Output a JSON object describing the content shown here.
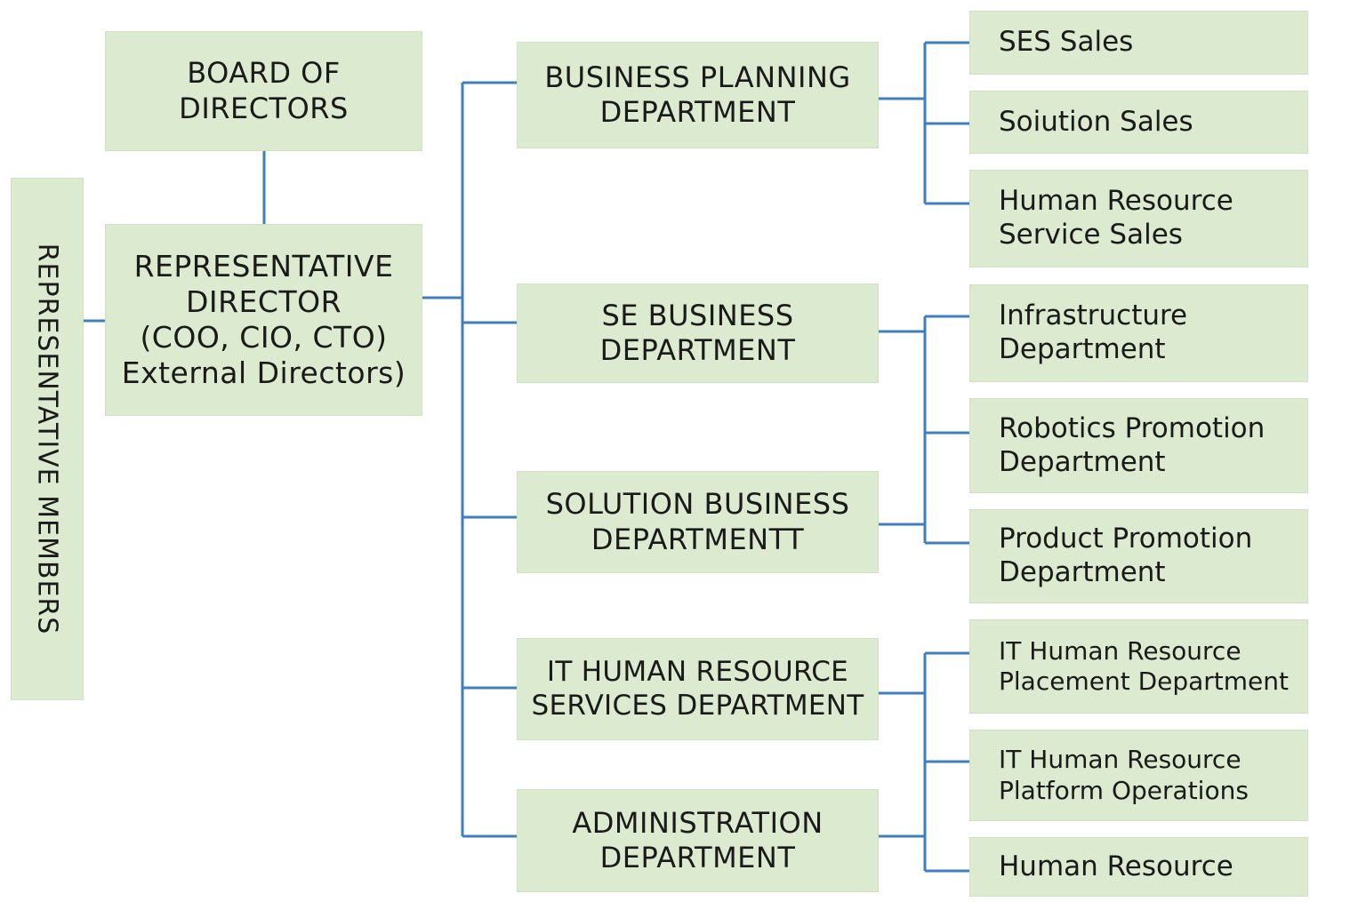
{
  "diagram": {
    "colors": {
      "box_fill": "#dcebcf",
      "connector": "#3f7fbf"
    },
    "representative_members": {
      "label": "REPRESENTATIVE MEMBERS"
    },
    "board": {
      "lines": [
        "BOARD OF",
        "DIRECTORS"
      ]
    },
    "representative_director": {
      "lines": [
        "REPRESENTATIVE",
        "DIRECTOR",
        "(COO, CIO, CTO)",
        "External Directors)"
      ]
    },
    "departments": [
      {
        "lines": [
          "BUSINESS PLANNING",
          "DEPARTMENT"
        ]
      },
      {
        "lines": [
          "SE BUSINESS",
          "DEPARTMENT"
        ]
      },
      {
        "lines": [
          "SOLUTION BUSINESS",
          "DEPARTMENTT"
        ]
      },
      {
        "lines": [
          "IT HUMAN RESOURCE",
          "SERVICES DEPARTMENT"
        ]
      },
      {
        "lines": [
          "ADMINISTRATION",
          "DEPARTMENT"
        ]
      }
    ],
    "sub_units": [
      {
        "lines": [
          "SES Sales"
        ]
      },
      {
        "lines": [
          "Soiution Sales"
        ]
      },
      {
        "lines": [
          "Human Resource",
          "Service Sales"
        ]
      },
      {
        "lines": [
          "Infrastructure",
          "Department"
        ]
      },
      {
        "lines": [
          "Robotics Promotion",
          "Department"
        ]
      },
      {
        "lines": [
          "Product Promotion",
          "Department"
        ]
      },
      {
        "lines": [
          "IT Human Resource",
          "Placement Department"
        ]
      },
      {
        "lines": [
          "IT Human Resource",
          "Platform Operations"
        ]
      },
      {
        "lines": [
          "Human Resource"
        ]
      }
    ]
  }
}
